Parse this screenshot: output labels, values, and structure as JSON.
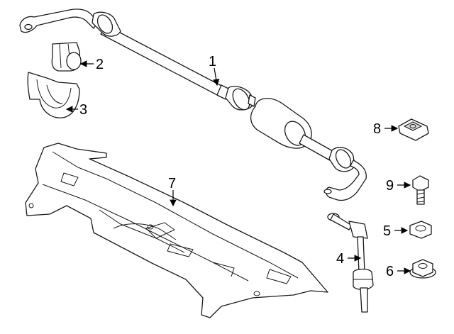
{
  "callouts": [
    {
      "id": "1",
      "label": "1"
    },
    {
      "id": "2",
      "label": "2"
    },
    {
      "id": "3",
      "label": "3"
    },
    {
      "id": "4",
      "label": "4"
    },
    {
      "id": "5",
      "label": "5"
    },
    {
      "id": "6",
      "label": "6"
    },
    {
      "id": "7",
      "label": "7"
    },
    {
      "id": "8",
      "label": "8"
    },
    {
      "id": "9",
      "label": "9"
    }
  ],
  "colors": {
    "line": "#1a1a1a",
    "fill": "#ffffff",
    "shade": "#d9d9d9"
  }
}
